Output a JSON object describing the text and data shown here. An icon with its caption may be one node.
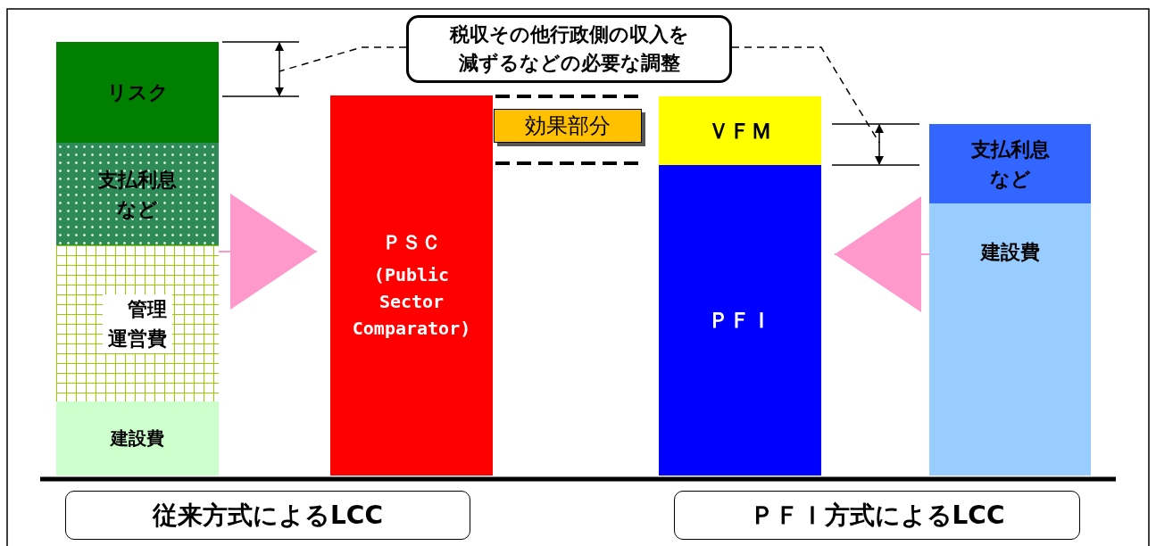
{
  "diagram": {
    "nodes": [
      {
        "text": [
          "リスク"
        ]
      },
      {
        "text": [
          "支払利息など"
        ]
      },
      {
        "text": [
          "管理運営費"
        ]
      },
      {
        "text": [
          "建設費"
        ]
      },
      {
        "text": [
          "ＰＳＣ",
          "(Public Sector Comparator)"
        ]
      },
      {
        "text": [
          "効果部分"
        ]
      },
      {
        "text": [
          "ＶＦＭ"
        ]
      },
      {
        "text": [
          "ＰＦＩ"
        ]
      },
      {
        "text": [
          "支払利息など"
        ]
      },
      {
        "text": [
          "建設費"
        ]
      },
      {
        "text": [
          "税収その他行政側の収入を減ずるなどの必要な調整"
        ]
      },
      {
        "text": [
          "従来方式によるLCC"
        ]
      },
      {
        "text": [
          "ＰＦＩ方式によるLCC"
        ]
      }
    ],
    "edges": [
      {
        "from": 2,
        "to": 4,
        "arrow": "to",
        "color": "#ff99cc"
      },
      {
        "from": 9,
        "to": 7,
        "arrow": "to",
        "color": "#ff99cc"
      },
      {
        "from": 10,
        "to": null,
        "arrow": "none",
        "style": "dashed",
        "color": "#000000"
      },
      {
        "from": 10,
        "to": null,
        "arrow": "none",
        "style": "dashed",
        "color": "#000000"
      }
    ]
  }
}
